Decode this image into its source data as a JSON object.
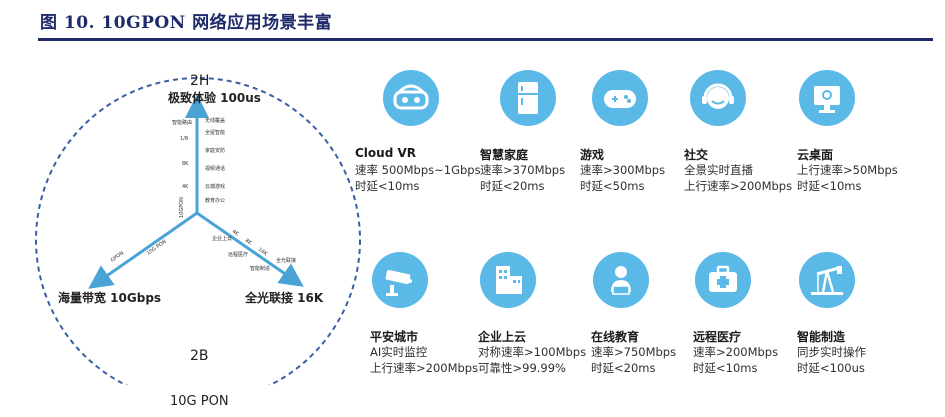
{
  "figure_title": "图 10. 10GPON 网络应用场景丰富",
  "diagram": {
    "top_label": "2H",
    "bottom_label": "2B",
    "footer_label": "10G PON",
    "axis_top": "极致体验 100us",
    "axis_left": "海量带宽 10Gbps",
    "axis_right": "全光联接 16K",
    "center_label": "10GPON",
    "left_arm_tags": [
      "GPON",
      "10G PON"
    ],
    "top_arm_tags": [
      "1/8",
      "8K",
      "4K",
      "智能路由"
    ],
    "top_arm_items": [
      "无线覆盖",
      "全屋智能",
      "家庭安防",
      "视频通话",
      "云端游戏",
      "教育办公"
    ],
    "right_arm_tags": [
      "4K",
      "8K",
      "16K"
    ],
    "right_arm_items": [
      "企业上云",
      "远程医疗",
      "智能制造"
    ],
    "right_end_tag": "全光联接"
  },
  "apps": [
    {
      "name": "Cloud VR",
      "line1": "速率 500Mbps~1Gbps",
      "line2": "时延<10ms",
      "icon": "vr-headset-icon",
      "color": "#5ab9e6"
    },
    {
      "name": "智慧家庭",
      "line1": "速率>370Mbps",
      "line2": "时延<20ms",
      "icon": "fridge-icon",
      "color": "#5ab9e6"
    },
    {
      "name": "游戏",
      "line1": "速率>300Mbps",
      "line2": "时延<50ms",
      "icon": "gamepad-icon",
      "color": "#5ab9e6"
    },
    {
      "name": "社交",
      "line1": "全景实时直播",
      "line2": "上行速率>200Mbps",
      "icon": "headset-person-icon",
      "color": "#5ab9e6"
    },
    {
      "name": "云桌面",
      "line1": "上行速率>50Mbps",
      "line2": "时延<10ms",
      "icon": "monitor-icon",
      "color": "#5ab9e6"
    },
    {
      "name": "平安城市",
      "line1": "AI实时监控",
      "line2": "上行速率>200Mbps",
      "icon": "cctv-camera-icon",
      "color": "#5ab9e6"
    },
    {
      "name": "企业上云",
      "line1": "对称速率>100Mbps",
      "line2": "可靠性>99.99%",
      "icon": "office-building-icon",
      "color": "#5ab9e6"
    },
    {
      "name": "在线教育",
      "line1": "速率>750Mbps",
      "line2": "时延<20ms",
      "icon": "online-teacher-icon",
      "color": "#5ab9e6"
    },
    {
      "name": "远程医疗",
      "line1": "速率>200Mbps",
      "line2": "时延<10ms",
      "icon": "medical-kit-icon",
      "color": "#5ab9e6"
    },
    {
      "name": "智能制造",
      "line1": "同步实时操作",
      "line2": "时延<100us",
      "icon": "oil-pump-icon",
      "color": "#5ab9e6"
    }
  ]
}
